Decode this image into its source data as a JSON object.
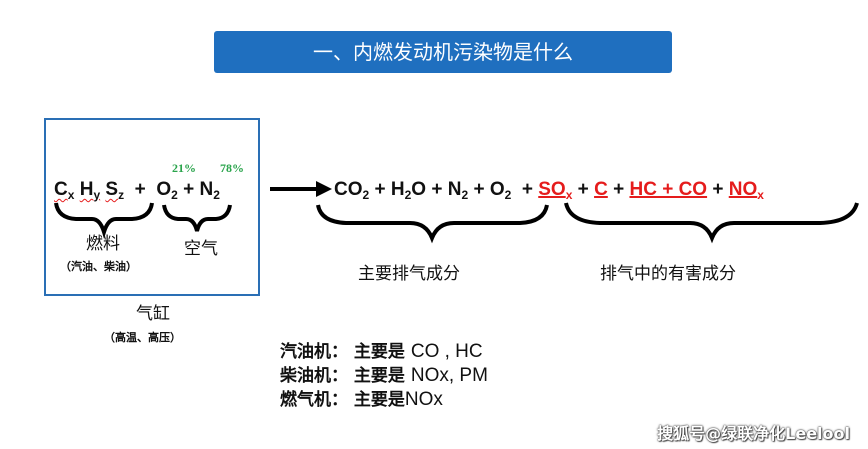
{
  "title": "一、内燃发动机污染物是什么",
  "equation": {
    "fuel_terms": [
      {
        "base": "C",
        "sub": "x"
      },
      {
        "base": "H",
        "sub": "y"
      },
      {
        "base": "S",
        "sub": "z"
      }
    ],
    "plus": "+",
    "o2": {
      "base": "O",
      "sub": "2"
    },
    "n2": {
      "base": "N",
      "sub": "2"
    },
    "o2_pct": "21%",
    "n2_pct": "78%",
    "products_main": [
      {
        "base": "CO",
        "sub": "2"
      },
      {
        "base": "H",
        "sub": "2",
        "tail": "O"
      },
      {
        "base": "N",
        "sub": "2"
      },
      {
        "base": "O",
        "sub": "2"
      }
    ],
    "products_harmful": [
      {
        "base": "SO",
        "sub": "x"
      },
      {
        "base": "C",
        "sub": ""
      },
      {
        "base": "HC + CO",
        "sub": ""
      },
      {
        "base": "NO",
        "sub": "x"
      }
    ]
  },
  "labels": {
    "fuel": "燃料",
    "fuel_note": "（汽油、柴油）",
    "air": "空气",
    "cylinder": "气缸",
    "cylinder_note": "（高温、高压）",
    "main_components": "主要排气成分",
    "harmful_components": "排气中的有害成分"
  },
  "engines": [
    {
      "name": "汽油机：",
      "desc": "主要是",
      "value": "CO , HC"
    },
    {
      "name": "柴油机：",
      "desc": "主要是",
      "value": "NOx, PM"
    },
    {
      "name": "燃气机：",
      "desc": "主要是",
      "value": "NOx"
    }
  ],
  "watermark": "搜狐号@绿联净化Leelool",
  "colors": {
    "banner": "#1f6fbf",
    "harmful": "#e51c1c",
    "pct": "#2aa44c",
    "box_border": "#2a6fb5"
  }
}
